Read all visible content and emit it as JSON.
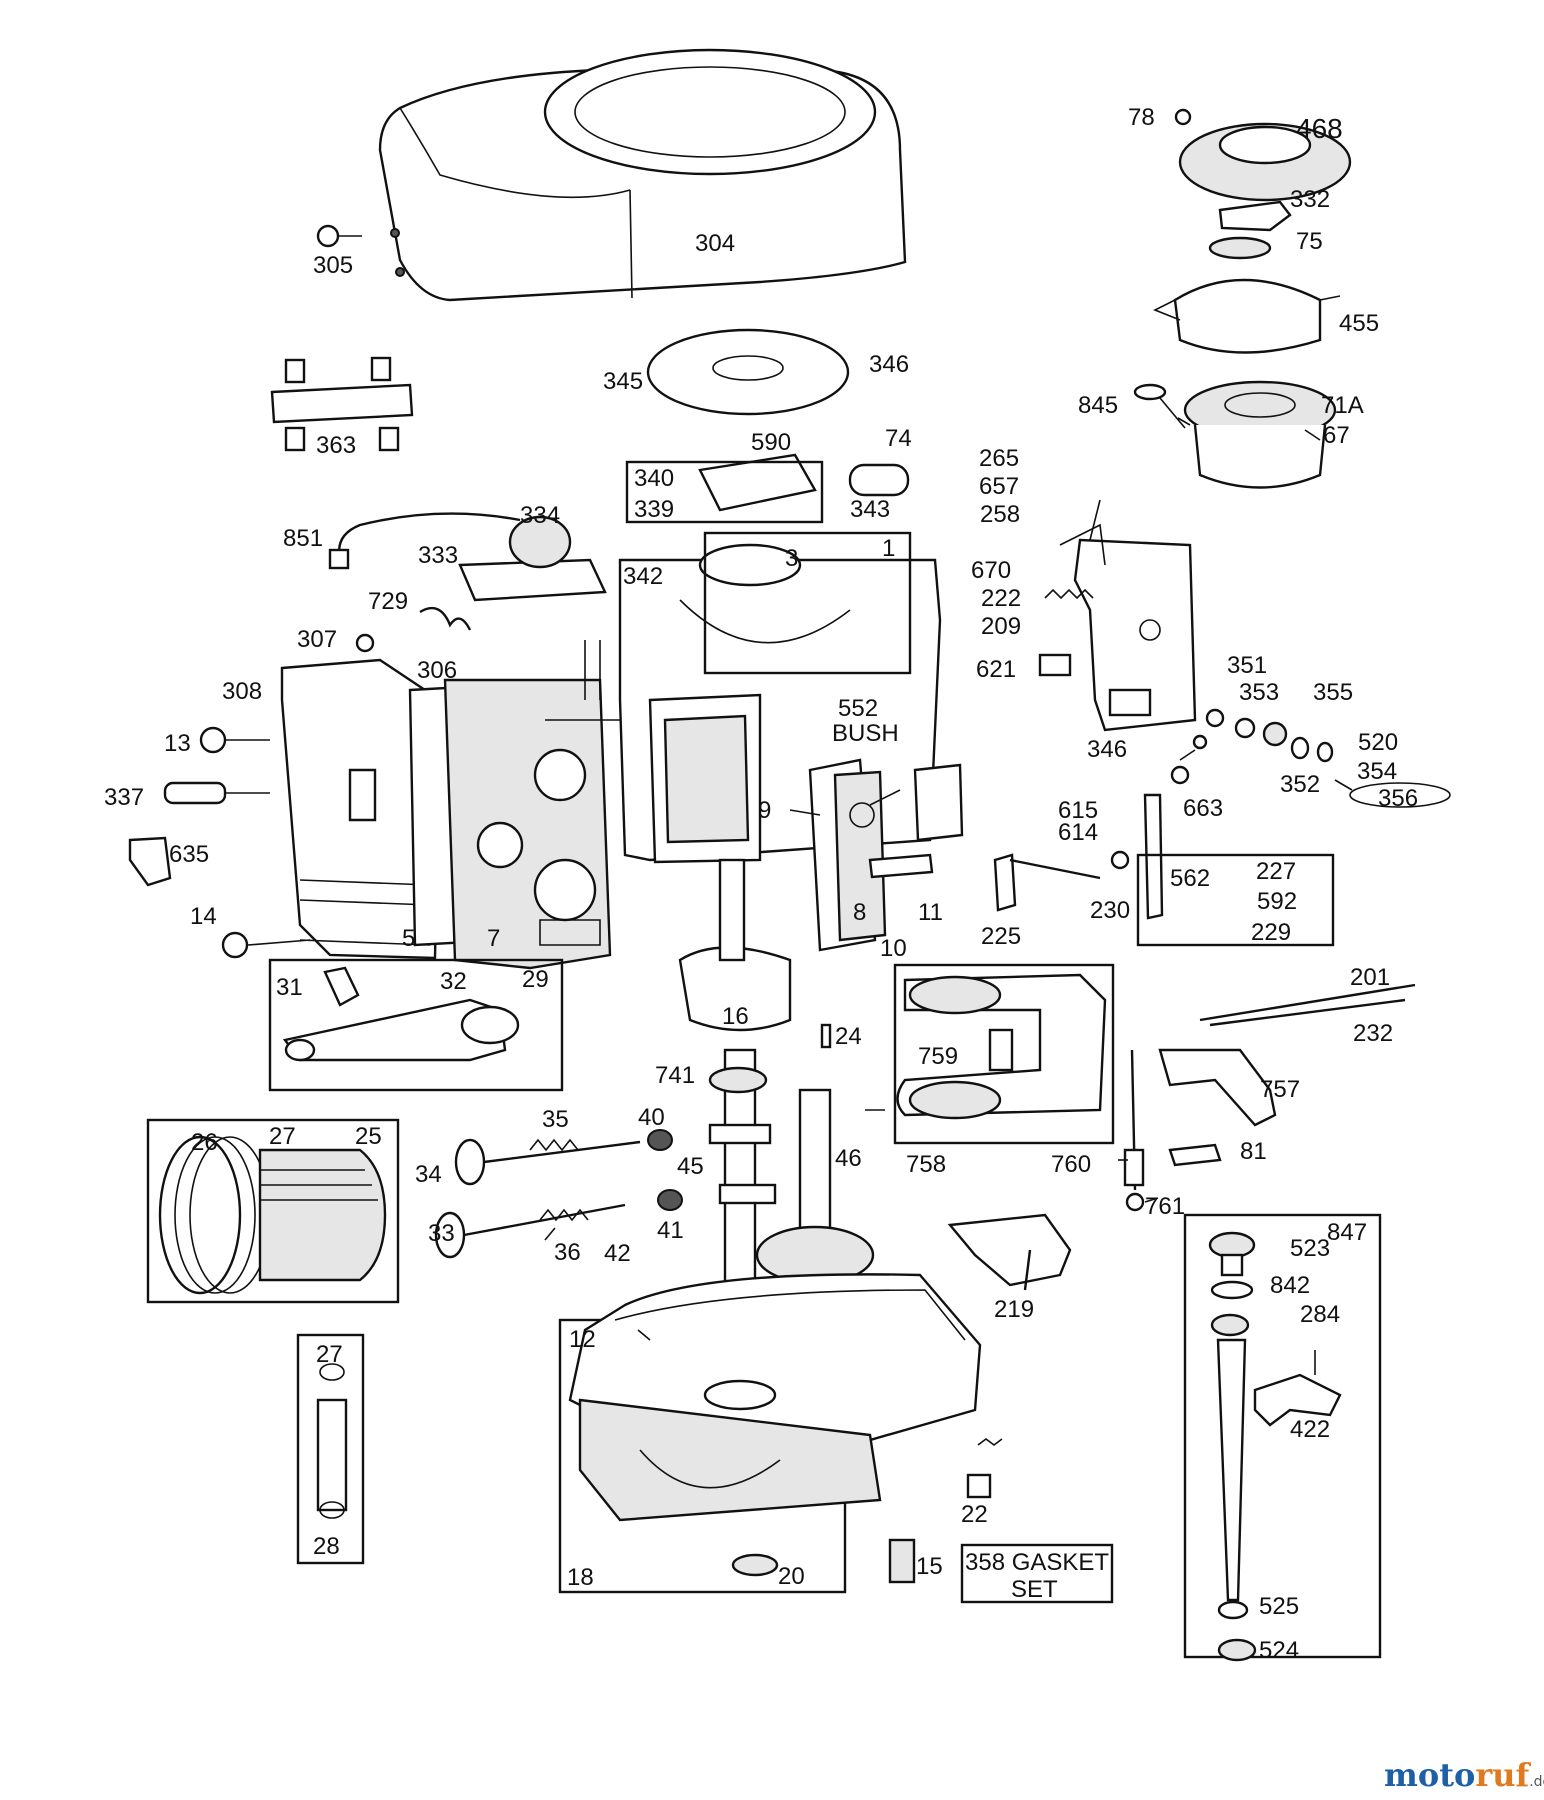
{
  "callouts": [
    "304",
    "305",
    "78",
    "468",
    "332",
    "75",
    "455",
    "345",
    "346",
    "845",
    "71A",
    "67",
    "363",
    "590",
    "74",
    "340",
    "339",
    "343",
    "265",
    "657",
    "334",
    "258",
    "851",
    "333",
    "342",
    "3",
    "1",
    "670",
    "222",
    "209",
    "729",
    "307",
    "621",
    "306",
    "351",
    "353",
    "355",
    "308",
    "552",
    "BUSH",
    "520",
    "354",
    "346",
    "13",
    "337",
    "9",
    "352",
    "663",
    "356",
    "635",
    "615",
    "614",
    "227",
    "562",
    "592",
    "14",
    "5",
    "7",
    "8",
    "11",
    "225",
    "230",
    "229",
    "10",
    "31",
    "32",
    "29",
    "201",
    "16",
    "24",
    "232",
    "759",
    "741",
    "757",
    "26",
    "27",
    "25",
    "35",
    "40",
    "34",
    "46",
    "45",
    "81",
    "760",
    "758",
    "33",
    "41",
    "36",
    "42",
    "761",
    "847",
    "523",
    "219",
    "842",
    "284",
    "12",
    "27",
    "422",
    "22",
    "28",
    "15",
    "358 GASKET",
    "SET",
    "18",
    "20",
    "525",
    "524"
  ],
  "watermark": {
    "brand_a": "moto",
    "brand_b": "ruf",
    "tld": ".de"
  }
}
